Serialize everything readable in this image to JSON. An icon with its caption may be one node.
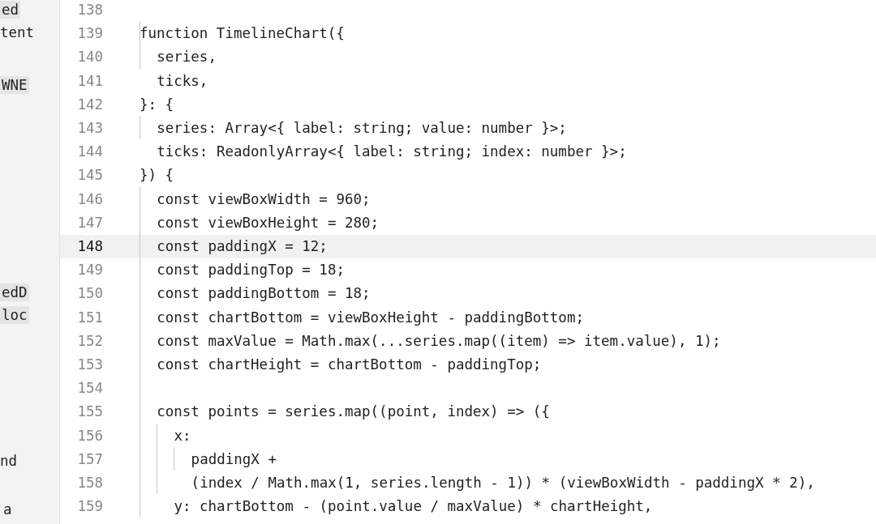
{
  "diagram": {
    "labels": [
      "ed",
      "tent",
      "WNE",
      "edD",
      "loc",
      "nd",
      "a",
      "138",
      "139",
      "function TimelineChart({",
      "140",
      "series,",
      "141",
      "ticks,",
      "142",
      "}: {",
      "143",
      "series: Array<{ label: string; value: number }>;",
      "144",
      "ticks: ReadonlyArray<{ label: string; index: number }>;",
      "145",
      "}) {",
      "146",
      "const viewBoxWidth = 960;",
      "147",
      "const viewBoxHeight = 280;",
      "148",
      "const paddingX = 12;",
      "149",
      "const paddingTop = 18;",
      "150",
      "const paddingBottom = 18;",
      "151",
      "const chartBottom = viewBoxHeight - paddingBottom;",
      "152",
      "const maxValue = Math.max(...series.map((item) => item.value), 1);",
      "153",
      "const chartHeight = chartBottom - paddingTop;",
      "154",
      "155",
      "const points = series.map((point, index) => ({",
      "156",
      "x:",
      "157",
      "paddingX +",
      "158",
      "(index / Math.max(1, series.length - 1)) * (viewBoxWidth - paddingX * 2),",
      "159",
      "y: chartBottom - (point.value / maxValue) * chartHeight,"
    ]
  }
}
